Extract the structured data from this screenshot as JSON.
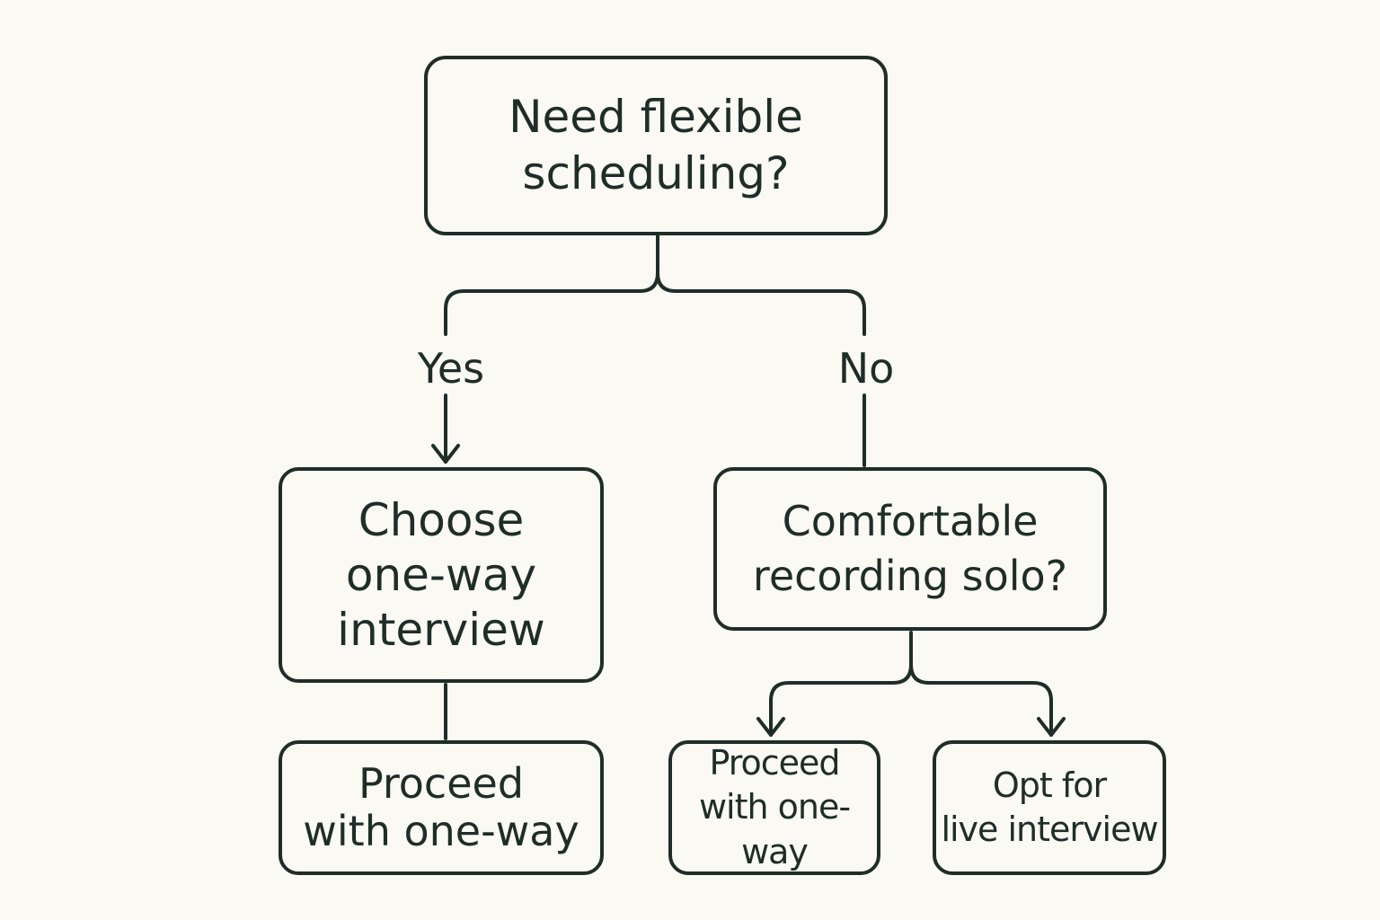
{
  "diagram": {
    "nodes": {
      "start": "Need flexible\nscheduling?",
      "choose_one_way": "Choose\none-way\ninterview",
      "comfortable_solo": "Comfortable\nrecording solo?",
      "proceed_left": "Proceed\nwith one-way",
      "proceed_middle": "Proceed\nwith one-way",
      "opt_live": "Opt for\nlive interview"
    },
    "edge_labels": {
      "yes": "Yes",
      "no": "No"
    },
    "edges": [
      {
        "from": "start",
        "to": "choose_one_way",
        "label": "yes"
      },
      {
        "from": "start",
        "to": "comfortable_solo",
        "label": "no"
      },
      {
        "from": "choose_one_way",
        "to": "proceed_left"
      },
      {
        "from": "comfortable_solo",
        "to": "proceed_middle"
      },
      {
        "from": "comfortable_solo",
        "to": "opt_live"
      }
    ]
  },
  "colors": {
    "background": "#fbf9f3",
    "ink": "#1f2d29"
  }
}
